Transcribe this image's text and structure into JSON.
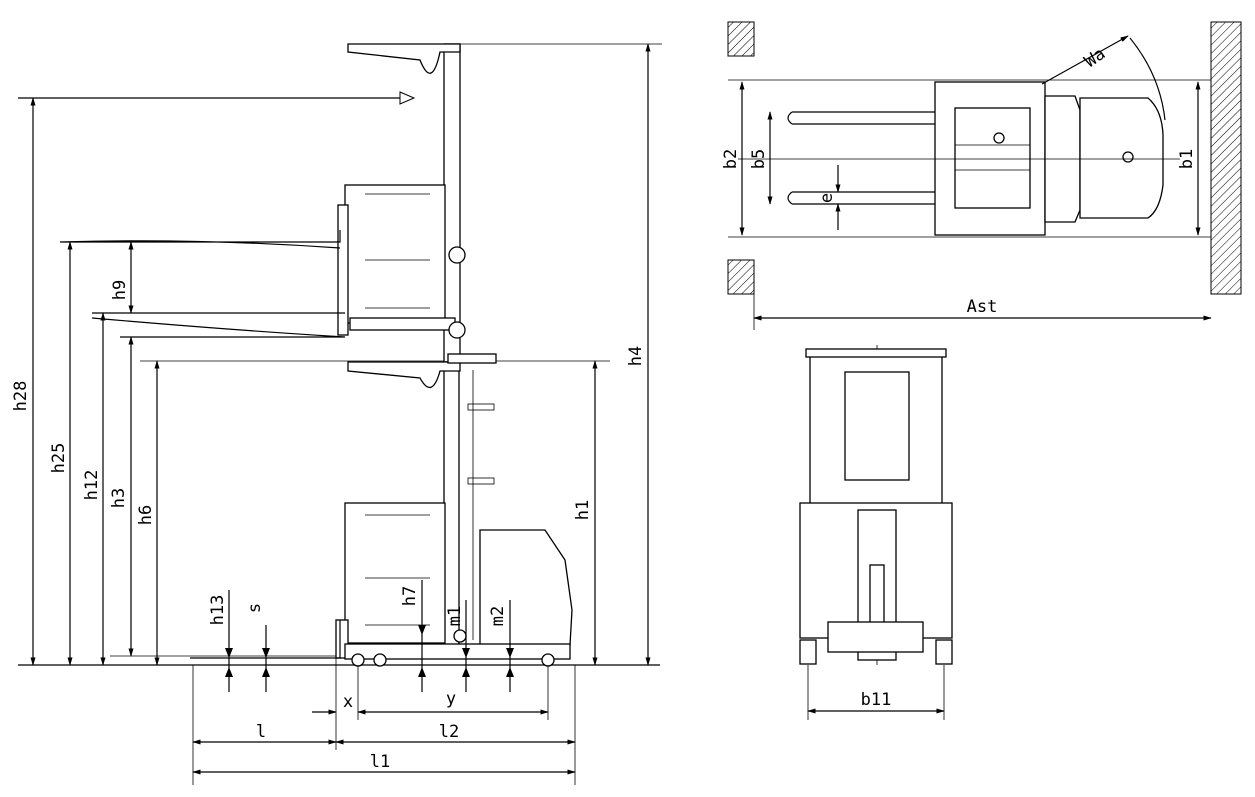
{
  "dimension_labels": {
    "h28": "h28",
    "h25": "h25",
    "h12": "h12",
    "h3": "h3",
    "h6": "h6",
    "h9": "h9",
    "h13": "h13",
    "s": "s",
    "h7": "h7",
    "m1": "m1",
    "m2": "m2",
    "h1": "h1",
    "h4": "h4",
    "x": "x",
    "y": "y",
    "l": "l",
    "l2": "l2",
    "l1": "l1",
    "b2": "b2",
    "b5": "b5",
    "e": "e",
    "b1": "b1",
    "Wa": "Wa",
    "Ast": "Ast",
    "b11": "b11"
  }
}
